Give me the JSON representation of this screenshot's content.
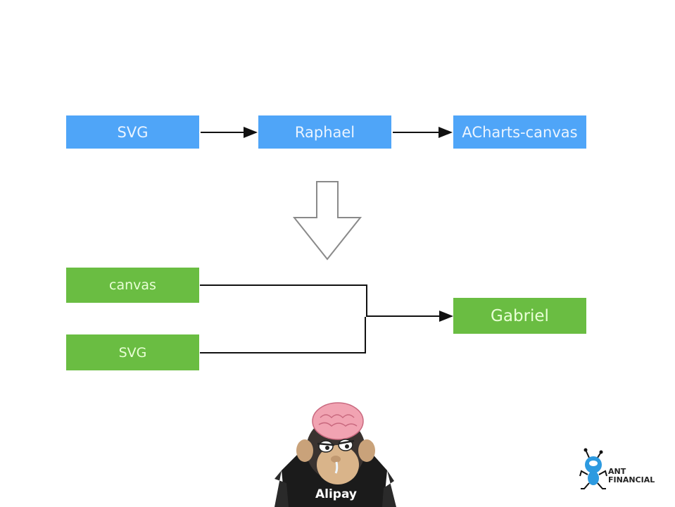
{
  "diagram": {
    "top_row": [
      {
        "label": "SVG"
      },
      {
        "label": "Raphael"
      },
      {
        "label": "ACharts-canvas"
      }
    ],
    "bottom_inputs": [
      {
        "label": "canvas"
      },
      {
        "label": "SVG"
      }
    ],
    "bottom_output": {
      "label": "Gabriel"
    },
    "transition_icon": "hollow-down-arrow-icon"
  },
  "footer": {
    "mascot_shirt_text": "Alipay",
    "logo_line1": "ANT",
    "logo_line2": "FINANCIAL"
  },
  "colors": {
    "blue_box": "#4fa5f8",
    "green_box": "#6abd42",
    "arrow_line": "#111111",
    "big_arrow_stroke": "#8a8a8a"
  }
}
